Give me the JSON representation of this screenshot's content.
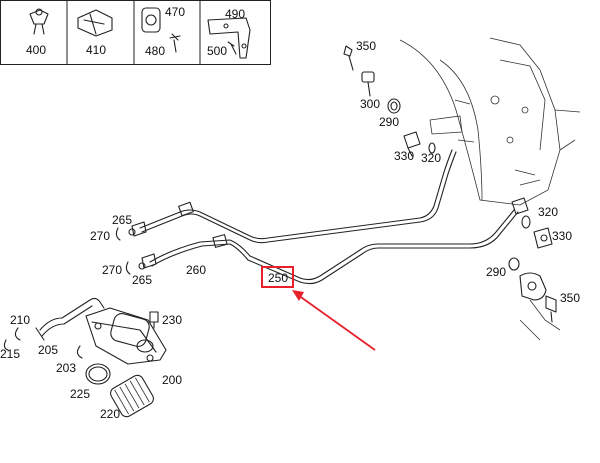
{
  "legend": {
    "cells": [
      {
        "label": "400"
      },
      {
        "label": "410"
      },
      {
        "labels": [
          "470",
          "480"
        ]
      },
      {
        "labels": [
          "490",
          "500"
        ]
      }
    ]
  },
  "callouts": {
    "c350_top": "350",
    "c300": "300",
    "c290_top": "290",
    "c330_top": "330",
    "c320_top": "320",
    "c265_a": "265",
    "c270_a": "270",
    "c270_b": "270",
    "c265_b": "265",
    "c260": "260",
    "c250": "250",
    "c320_right": "320",
    "c330_right": "330",
    "c290_right": "290",
    "c350_right": "350",
    "c210": "210",
    "c215": "215",
    "c205": "205",
    "c230": "230",
    "c203": "203",
    "c225": "225",
    "c200": "200",
    "c220": "220"
  },
  "highlight": {
    "target": "250",
    "color": "#e8202a"
  }
}
